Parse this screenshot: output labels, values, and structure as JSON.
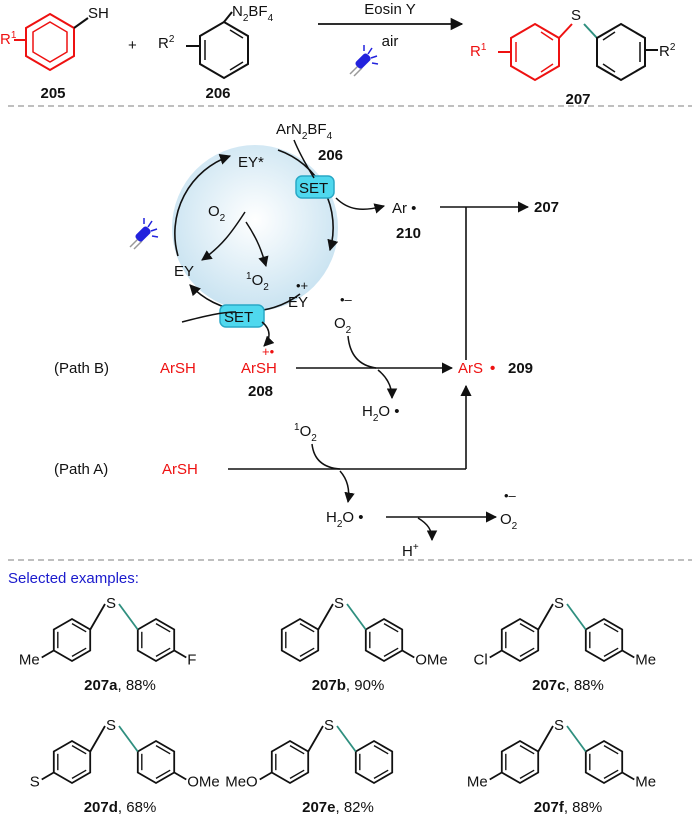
{
  "reaction": {
    "reagent_1": "Eosin Y",
    "reagent_2": "air",
    "thiol_substituent": "R",
    "thiol_substituent_index": "1",
    "thiol_group": "SH",
    "plus": "+",
    "diazonium_group": "N",
    "diazonium_sub_2": "2",
    "diazonium_counter": "BF",
    "diazonium_sub_4": "4",
    "aryl_substituent": "R",
    "aryl_substituent_index": "2",
    "product_sulfur": "S",
    "compound_205": "205",
    "compound_206": "206",
    "compound_207": "207"
  },
  "mechanism": {
    "diazonium_top": "ArN",
    "diazonium_top_sub2": "2",
    "diazonium_top_bf": "BF",
    "diazonium_top_sub4": "4",
    "label_206": "206",
    "eosin_excited": "EY*",
    "eosin_ground": "EY",
    "eosin_radical_cation": "EY",
    "eosin_radical_cation_charge": "•+",
    "set_label": "SET",
    "oxygen": "O",
    "oxygen_sub": "2",
    "singlet_oxygen_sup": "1",
    "singlet_oxygen": "O",
    "singlet_oxygen_sub": "2",
    "aryl_radical": "Ar •",
    "label_210": "210",
    "label_207": "207",
    "path_b": "(Path B)",
    "path_a": "(Path A)",
    "thiol": "ArSH",
    "thiol_radical_cation": "ArSH",
    "thiol_radical_cation_charge": "+•",
    "label_208": "208",
    "superoxide": "O",
    "superoxide_sub": "2",
    "superoxide_charge": "•–",
    "thiyl_radical": "ArS",
    "thiyl_dot": "•",
    "label_209": "209",
    "hydroperoxyl_h": "H",
    "hydroperoxyl_sub": "2",
    "hydroperoxyl_o": "O •",
    "proton": "H",
    "proton_charge": "+"
  },
  "examples": {
    "heading": "Selected examples:",
    "items": [
      {
        "id": "207a",
        "yield": ", 88%",
        "left_sub": "Me",
        "right_sub": "F"
      },
      {
        "id": "207b",
        "yield": ", 90%",
        "left_sub": "",
        "right_sub": "OMe"
      },
      {
        "id": "207c",
        "yield": ", 88%",
        "left_sub": "Cl",
        "right_sub": "Me"
      },
      {
        "id": "207d",
        "yield": ", 68%",
        "left_sub": "S",
        "right_sub": "OMe"
      },
      {
        "id": "207e",
        "yield": ", 82%",
        "left_sub": "MeO",
        "right_sub": ""
      },
      {
        "id": "207f",
        "yield": ", 88%",
        "left_sub": "Me",
        "right_sub": "Me"
      }
    ],
    "sulfur": "S"
  },
  "colors": {
    "red": "#ee1111",
    "blue_heading": "#1a1acc",
    "cycle_fill": "#d8ecf6",
    "set_highlight": "#4fd8ee",
    "bond_teal": "#2f8f7f",
    "divider": "#aaaaaa"
  },
  "icons": [
    "blue-light-lamp-icon"
  ]
}
